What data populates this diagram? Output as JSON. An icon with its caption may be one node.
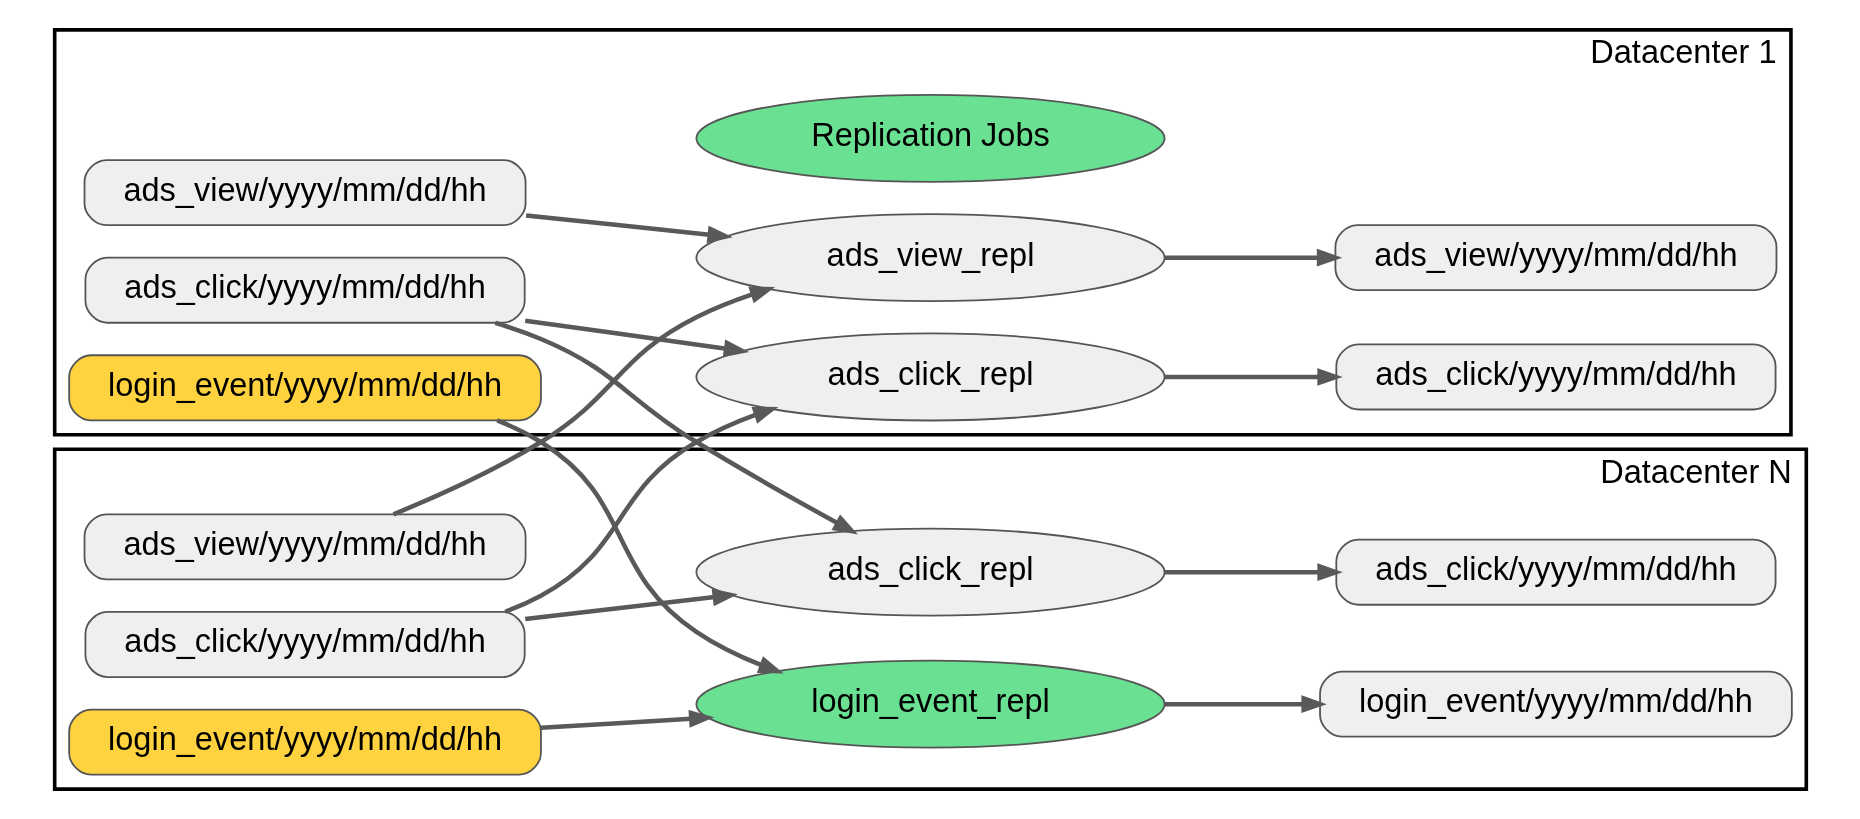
{
  "diagram": {
    "nodes": [
      {
        "text": [
          "Datacenter 1"
        ]
      },
      {
        "text": [
          "Replication Jobs"
        ],
        "in": 0
      },
      {
        "text": [
          "login_event/yyyy/mm/dd/hh"
        ],
        "in": 0
      },
      {
        "text": [
          "ads_view/yyyy/mm/dd/hh"
        ],
        "in": 0
      },
      {
        "text": [
          "ads_click/yyyy/mm/dd/hh"
        ],
        "in": 0
      },
      {
        "text": [
          "ads_view_repl"
        ],
        "in": 0
      },
      {
        "text": [
          "ads_click_repl"
        ],
        "in": 0
      },
      {
        "text": [
          "ads_view/yyyy/mm/dd/hh"
        ],
        "in": 0
      },
      {
        "text": [
          "ads_click/yyyy/mm/dd/hh"
        ],
        "in": 0
      },
      {
        "text": [
          "Datacenter N"
        ]
      },
      {
        "text": [
          "login_event/yyyy/mm/dd/hh"
        ],
        "in": 9
      },
      {
        "text": [
          "ads_view/yyyy/mm/dd/hh"
        ],
        "in": 9
      },
      {
        "text": [
          "ads_click/yyyy/mm/dd/hh"
        ],
        "in": 9
      },
      {
        "text": [
          "login_event_repl"
        ],
        "in": 9
      },
      {
        "text": [
          "ads_click_repl"
        ],
        "in": 9
      },
      {
        "text": [
          "login_event/yyyy/mm/dd/hh"
        ],
        "in": 9
      },
      {
        "text": [
          "ads_click/yyyy/mm/dd/hh"
        ],
        "in": 9
      }
    ],
    "edges": [
      {
        "from": 2,
        "to": 13,
        "arrow": "to"
      },
      {
        "from": 3,
        "to": 5,
        "arrow": "to"
      },
      {
        "from": 4,
        "to": 6,
        "arrow": "to"
      },
      {
        "from": 4,
        "to": 14,
        "arrow": "to"
      },
      {
        "from": 5,
        "to": 7,
        "arrow": "to"
      },
      {
        "from": 6,
        "to": 8,
        "arrow": "to"
      },
      {
        "from": 10,
        "to": 13,
        "arrow": "to"
      },
      {
        "from": 11,
        "to": 5,
        "arrow": "to"
      },
      {
        "from": 12,
        "to": 6,
        "arrow": "to"
      },
      {
        "from": 12,
        "to": 14,
        "arrow": "to"
      },
      {
        "from": 13,
        "to": 15,
        "arrow": "to"
      },
      {
        "from": 14,
        "to": 16,
        "arrow": "to"
      }
    ]
  }
}
